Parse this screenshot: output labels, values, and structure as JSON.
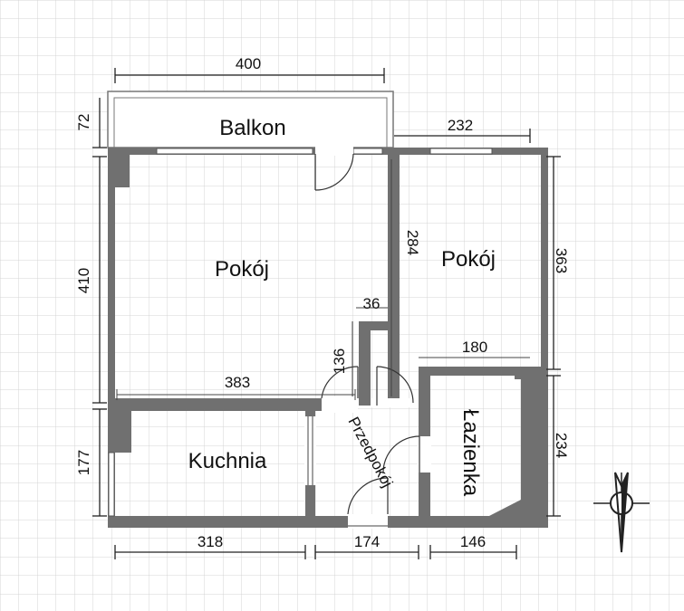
{
  "rooms": {
    "balkon": "Balkon",
    "pokoj_main": "Pokój",
    "pokoj_small": "Pokój",
    "kuchnia": "Kuchnia",
    "przedpokoj": "Przedpokój",
    "lazienka": "Łazienka"
  },
  "dimensions": {
    "top_width": "400",
    "balcony_depth": "72",
    "small_room_width": "232",
    "main_room_height": "410",
    "inner_wall_284": "284",
    "small_room_height": "363",
    "segment_36": "36",
    "segment_136": "136",
    "bath_width_180": "180",
    "main_room_width": "383",
    "kitchen_height": "177",
    "bath_height": "234",
    "bottom_kitchen": "318",
    "bottom_hall": "174",
    "bottom_bath": "146"
  },
  "compass": {
    "icon": "compass-icon"
  }
}
